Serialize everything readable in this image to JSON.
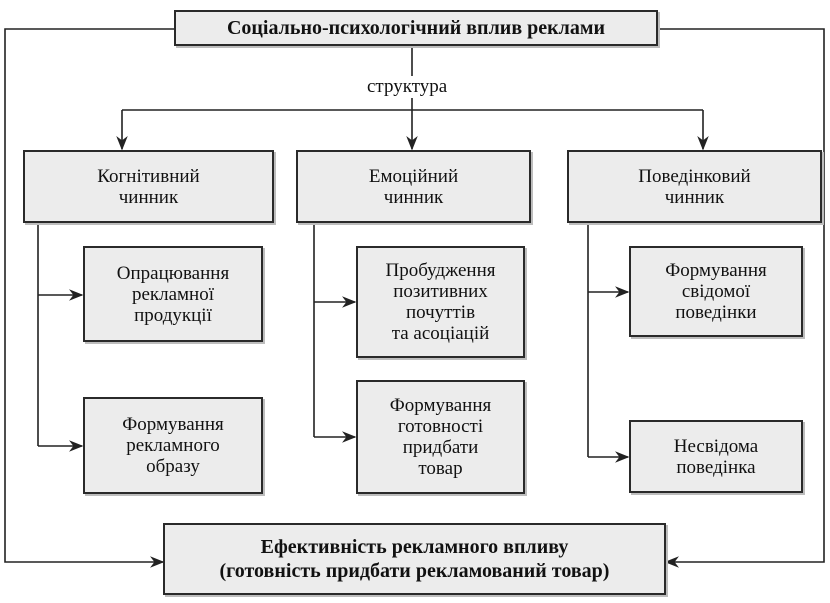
{
  "root": {
    "title": "Соціально-психологічний вплив реклами"
  },
  "structure_label": "структура",
  "factors": [
    {
      "title": "Когнітивний\nчинник",
      "items": [
        "Опрацювання\nрекламної\nпродукції",
        "Формування\nрекламного\nобразу"
      ]
    },
    {
      "title": "Емоційний\nчинник",
      "items": [
        "Пробудження\nпозитивних\nпочуттів\nта асоціацій",
        "Формування\nготовності\nпридбати\nтовар"
      ]
    },
    {
      "title": "Поведінковий\nчинник",
      "items": [
        "Формування\nсвідомої\nповедінки",
        "Несвідома\nповедінка"
      ]
    }
  ],
  "result": {
    "title": "Ефективність рекламного впливу\n(готовність придбати рекламований товар)"
  },
  "colors": {
    "box_fill": "#ececec",
    "border": "#2a2a2a",
    "line": "#222222"
  }
}
